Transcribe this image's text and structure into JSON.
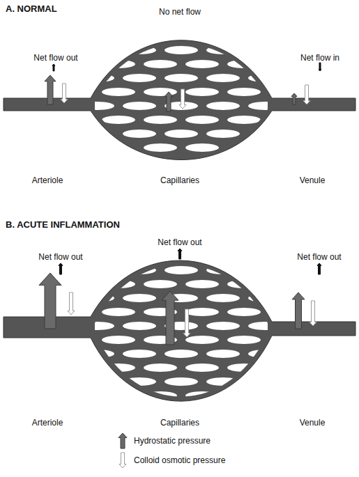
{
  "diagram": {
    "labels": [
      "A. NORMAL",
      "No net flow",
      "Net flow out",
      "Net flow in",
      "Arteriole",
      "Capillaries",
      "Venule",
      "B. ACUTE INFLAMMATION",
      "Net flow out",
      "Net flow out",
      "Net flow out",
      "Arteriole",
      "Capillaries",
      "Venule"
    ],
    "legend": [
      {
        "text": "Hydrostatic pressure"
      },
      {
        "text": "Colloid osmotic pressure"
      }
    ]
  }
}
